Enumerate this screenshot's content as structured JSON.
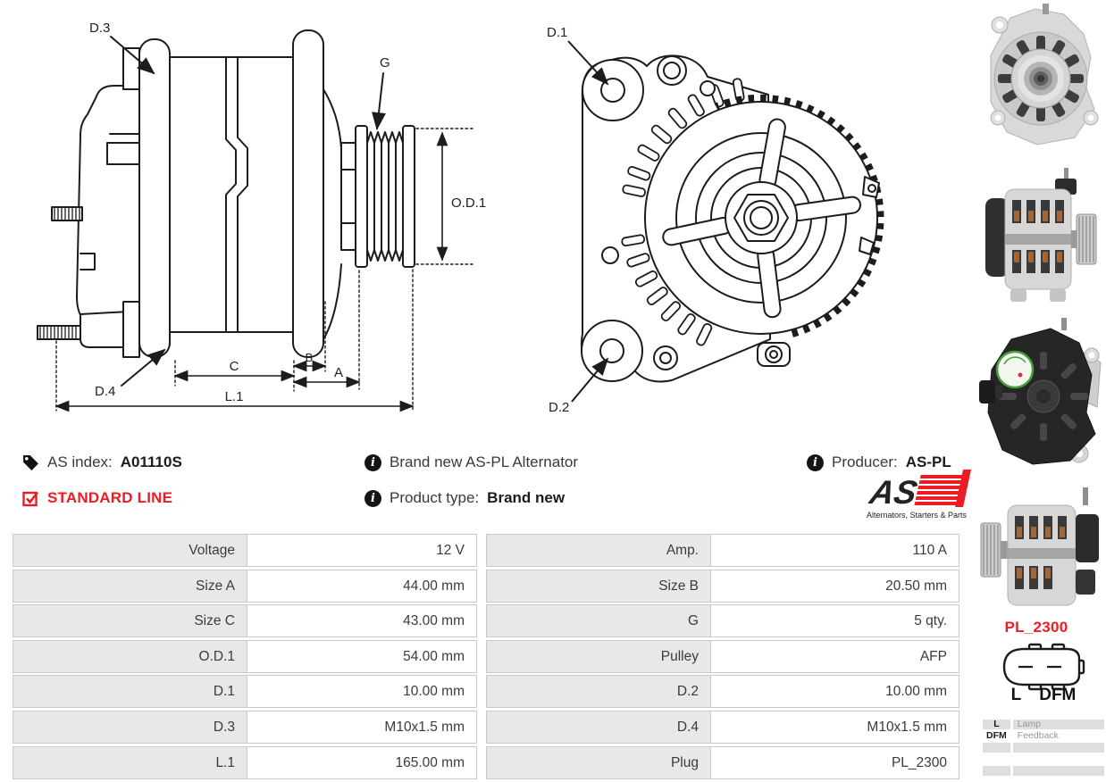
{
  "colors": {
    "accent_red": "#ed1c24",
    "table_label_bg": "#e8e8e8",
    "table_border": "#c9c9c9",
    "line_color": "#1c1c1c"
  },
  "drawings": {
    "side_view": {
      "labels": {
        "d3": "D.3",
        "g": "G",
        "od1": "O.D.1",
        "d4": "D.4",
        "c": "C",
        "b": "B",
        "a": "A",
        "l1": "L.1"
      }
    },
    "front_view": {
      "labels": {
        "d1": "D.1",
        "d2": "D.2"
      }
    }
  },
  "info": {
    "as_index_label": "AS index:",
    "as_index_value": "A01110S",
    "line_badge": "STANDARD LINE",
    "brand_new_text": "Brand new AS-PL Alternator",
    "product_type_label": "Product type:",
    "product_type_value": "Brand new",
    "producer_label": "Producer:",
    "producer_value": "AS-PL",
    "logo_text": "AS",
    "logo_tagline": "Alternators, Starters & Parts",
    "info_glyph": "i"
  },
  "spec_table": {
    "rows": [
      {
        "l_label": "Voltage",
        "l_value": "12 V",
        "r_label": "Amp.",
        "r_value": "110 A"
      },
      {
        "l_label": "Size A",
        "l_value": "44.00 mm",
        "r_label": "Size B",
        "r_value": "20.50 mm"
      },
      {
        "l_label": "Size C",
        "l_value": "43.00 mm",
        "r_label": "G",
        "r_value": "5 qty."
      },
      {
        "l_label": "O.D.1",
        "l_value": "54.00 mm",
        "r_label": "Pulley",
        "r_value": "AFP"
      },
      {
        "l_label": "D.1",
        "l_value": "10.00 mm",
        "r_label": "D.2",
        "r_value": "10.00 mm"
      },
      {
        "l_label": "D.3",
        "l_value": "M10x1.5 mm",
        "r_label": "D.4",
        "r_value": "M10x1.5 mm"
      },
      {
        "l_label": "L.1",
        "l_value": "165.00 mm",
        "r_label": "Plug",
        "r_value": "PL_2300"
      }
    ]
  },
  "plug": {
    "name": "PL_2300",
    "pins": [
      "L",
      "DFM"
    ],
    "legend": [
      {
        "key": "L",
        "desc": "Lamp"
      },
      {
        "key": "DFM",
        "desc": "Feedback"
      },
      {
        "key": "",
        "desc": ""
      },
      {
        "key": "",
        "desc": ""
      },
      {
        "key": "",
        "desc": ""
      }
    ]
  }
}
